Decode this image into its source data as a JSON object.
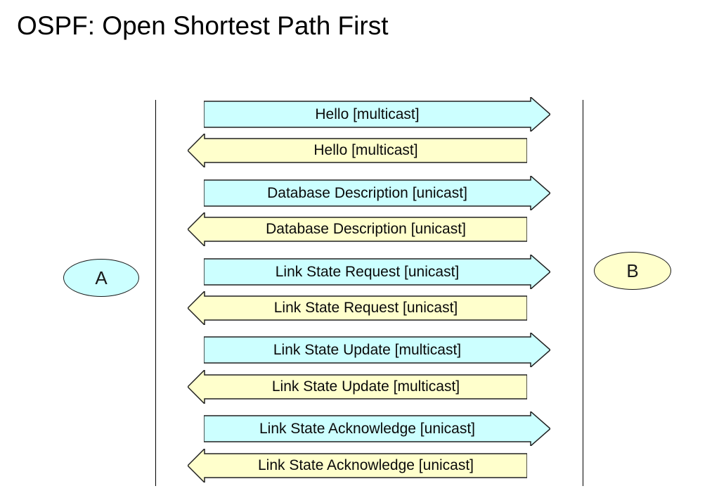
{
  "slide": {
    "title": "OSPF: Open Shortest Path First",
    "nodes": [
      {
        "id": "A",
        "label": "A",
        "fill": "#ccffff"
      },
      {
        "id": "B",
        "label": "B",
        "fill": "#ffffcc"
      }
    ],
    "colors": {
      "right_arrow_fill": "#ccffff",
      "left_arrow_fill": "#ffffcc",
      "outline": "#202020",
      "text": "#0a0a0a"
    },
    "messages": [
      {
        "label": "Hello [multicast]",
        "direction": "right",
        "from": "A",
        "to": "B"
      },
      {
        "label": "Hello [multicast]",
        "direction": "left",
        "from": "B",
        "to": "A"
      },
      {
        "label": "Database Description [unicast]",
        "direction": "right",
        "from": "A",
        "to": "B"
      },
      {
        "label": "Database Description [unicast]",
        "direction": "left",
        "from": "B",
        "to": "A"
      },
      {
        "label": "Link State Request [unicast]",
        "direction": "right",
        "from": "A",
        "to": "B"
      },
      {
        "label": "Link State Request [unicast]",
        "direction": "left",
        "from": "B",
        "to": "A"
      },
      {
        "label": "Link State Update [multicast]",
        "direction": "right",
        "from": "A",
        "to": "B"
      },
      {
        "label": "Link State Update [multicast]",
        "direction": "left",
        "from": "B",
        "to": "A"
      },
      {
        "label": "Link State Acknowledge [unicast]",
        "direction": "right",
        "from": "A",
        "to": "B"
      },
      {
        "label": "Link State Acknowledge [unicast]",
        "direction": "left",
        "from": "B",
        "to": "A"
      }
    ]
  }
}
